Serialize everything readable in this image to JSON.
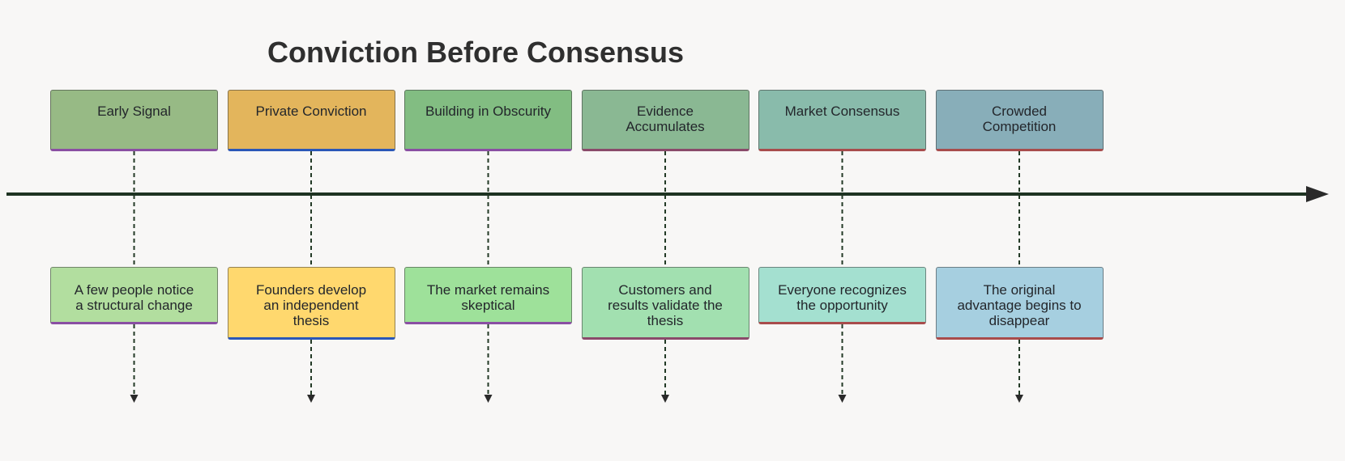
{
  "title": "Conviction Before Consensus",
  "colors": {
    "background": "#f8f7f6",
    "axis": "#1e3322",
    "connector": "#233a26"
  },
  "stages": [
    {
      "label": "Early Signal",
      "color": "#97ba85",
      "accent": "#8a4fa3"
    },
    {
      "label": "Private Conviction",
      "color": "#e3b55c",
      "accent": "#2a57b8"
    },
    {
      "label": "Building in Obscurity",
      "color": "#82bd82",
      "accent": "#8a4fa3"
    },
    {
      "label": "Evidence\nAccumulates",
      "color": "#8ab893",
      "accent": "#8a4a6a"
    },
    {
      "label": "Market Consensus",
      "color": "#89bbab",
      "accent": "#a84c4c"
    },
    {
      "label": "Crowded\nCompetition",
      "color": "#88aeb9",
      "accent": "#a84c4c"
    }
  ],
  "descriptions": [
    {
      "text": "A few people notice\na structural change",
      "color": "#b2de9f",
      "accent": "#8a4fa3"
    },
    {
      "text": "Founders develop\nan independent\nthesis",
      "color": "#ffd86e",
      "accent": "#2a57b8"
    },
    {
      "text": "The market remains\nskeptical",
      "color": "#9ee19a",
      "accent": "#8a4fa3"
    },
    {
      "text": "Customers and\nresults validate the\nthesis",
      "color": "#a2e0b0",
      "accent": "#8a4a6a"
    },
    {
      "text": "Everyone recognizes\nthe opportunity",
      "color": "#a4e0d0",
      "accent": "#a84c4c"
    },
    {
      "text": "The original\nadvantage begins to\ndisappear",
      "color": "#a6cfe0",
      "accent": "#a84c4c"
    }
  ]
}
